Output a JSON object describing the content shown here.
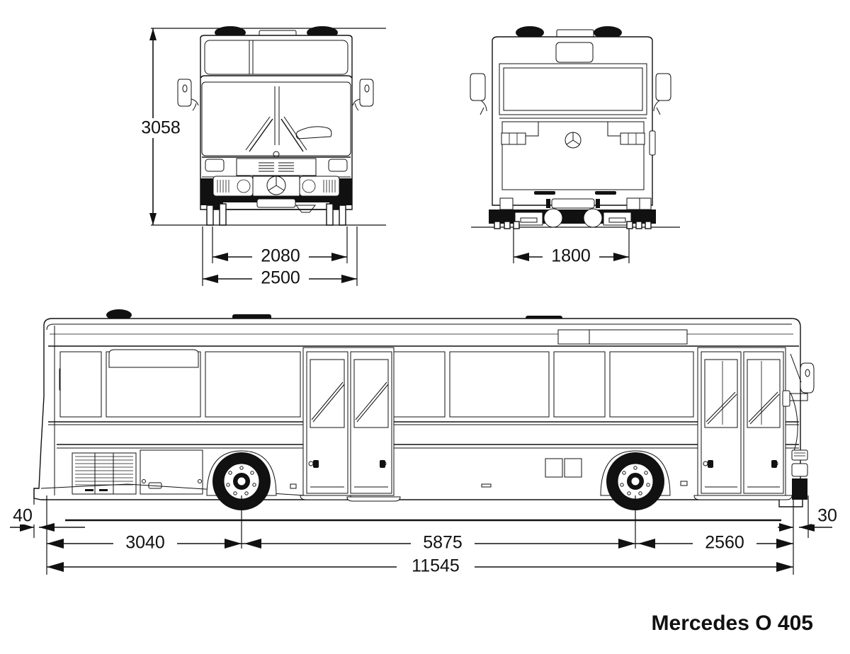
{
  "drawing": {
    "title": "Mercedes O 405",
    "type": "vehicle-blueprint",
    "background_color": "#ffffff",
    "line_color": "#111111"
  },
  "views": {
    "front": {
      "name": "front-view",
      "label": ""
    },
    "rear": {
      "name": "rear-view",
      "label": ""
    },
    "side": {
      "name": "side-view",
      "label": ""
    }
  },
  "dimensions": {
    "front_height": "3058",
    "front_track": "2080",
    "front_width": "2500",
    "rear_track": "1800",
    "front_overhang": "40",
    "rear_overhang": "30",
    "front_to_axle": "3040",
    "wheelbase": "5875",
    "rear_section": "2560",
    "total_length": "11545"
  }
}
